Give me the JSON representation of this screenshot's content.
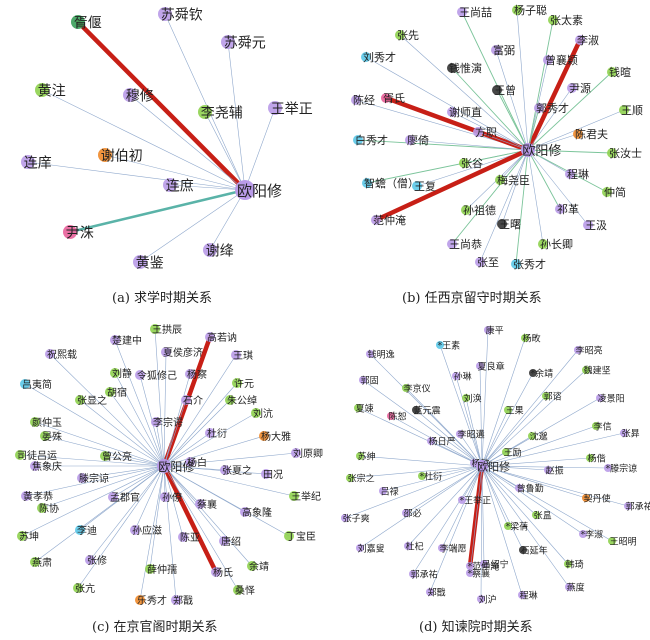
{
  "colors": {
    "edge": "#8fa8cc",
    "edge_green": "#7bc49a",
    "strong_edge": "#c71f16",
    "teal_edge": "#5ab3a8"
  },
  "panels": [
    {
      "caption": "(a) 求学时期关系",
      "center": "欧阳修",
      "nodes": [
        {
          "label": "胥偃",
          "color": "#3aa05a",
          "strong": true
        },
        {
          "label": "苏舜钦",
          "color": "#b99be8"
        },
        {
          "label": "苏舜元",
          "color": "#b99be8"
        },
        {
          "label": "黄注",
          "color": "#8fd14f"
        },
        {
          "label": "穆修",
          "color": "#b99be8"
        },
        {
          "label": "李尧辅",
          "color": "#8fd14f"
        },
        {
          "label": "王举正",
          "color": "#b99be8"
        },
        {
          "label": "谢伯初",
          "color": "#ef8a2a"
        },
        {
          "label": "连庠",
          "color": "#b99be8"
        },
        {
          "label": "连庶",
          "color": "#b99be8"
        },
        {
          "label": "尹洙",
          "color": "#e8609a",
          "teal": true
        },
        {
          "label": "黄鉴",
          "color": "#b99be8"
        },
        {
          "label": "谢绛",
          "color": "#b99be8"
        }
      ]
    },
    {
      "caption": "(b) 任西京留守时期关系",
      "center": "欧阳修",
      "nodes": [
        {
          "label": "王尚喆",
          "color": "#b99be8"
        },
        {
          "label": "杨子聪",
          "color": "#8fd14f"
        },
        {
          "label": "张先",
          "color": "#8fd14f"
        },
        {
          "label": "张太素",
          "color": "#8fd14f"
        },
        {
          "label": "李淑",
          "color": "#b99be8",
          "strong": true
        },
        {
          "label": "刘秀才",
          "color": "#5bc8e8"
        },
        {
          "label": "钱惟演",
          "color": "#333333"
        },
        {
          "label": "富弼",
          "color": "#b99be8"
        },
        {
          "label": "曾襄颖",
          "color": "#b99be8"
        },
        {
          "label": "钱暄",
          "color": "#8fd14f"
        },
        {
          "label": "陈经",
          "color": "#b99be8"
        },
        {
          "label": "胥氏",
          "color": "#e8609a",
          "strong": true
        },
        {
          "label": "王曾",
          "color": "#333333"
        },
        {
          "label": "尹源",
          "color": "#b99be8"
        },
        {
          "label": "王顺",
          "color": "#8fd14f"
        },
        {
          "label": "郭秀才",
          "color": "#b99be8"
        },
        {
          "label": "谢师直",
          "color": "#b99be8"
        },
        {
          "label": "陈君夫",
          "color": "#ef8a2a"
        },
        {
          "label": "白秀才",
          "color": "#5bc8e8"
        },
        {
          "label": "廖倚",
          "color": "#b99be8"
        },
        {
          "label": "方职",
          "color": "#b99be8"
        },
        {
          "label": "张汝士",
          "color": "#8fd14f"
        },
        {
          "label": "张谷",
          "color": "#8fd14f"
        },
        {
          "label": "程琳",
          "color": "#b99be8"
        },
        {
          "label": "智蟾（僧）",
          "color": "#5bc8e8"
        },
        {
          "label": "王复",
          "color": "#5bc8e8"
        },
        {
          "label": "梅尧臣",
          "color": "#8fd14f"
        },
        {
          "label": "仲简",
          "color": "#8fd14f"
        },
        {
          "label": "孙祖德",
          "color": "#8fd14f"
        },
        {
          "label": "范仲淹",
          "color": "#b99be8",
          "strong": true
        },
        {
          "label": "祁革",
          "color": "#b99be8"
        },
        {
          "label": "王汲",
          "color": "#b99be8"
        },
        {
          "label": "王曙",
          "color": "#333333"
        },
        {
          "label": "王尚恭",
          "color": "#b99be8"
        },
        {
          "label": "孙长卿",
          "color": "#8fd14f"
        },
        {
          "label": "张至",
          "color": "#b99be8"
        },
        {
          "label": "张秀才",
          "color": "#5bc8e8"
        }
      ]
    },
    {
      "caption": "(c) 在京官阁时期关系",
      "center": "欧阳修",
      "nodes": [
        {
          "label": "楚建中",
          "color": "#b99be8"
        },
        {
          "label": "王拱辰",
          "color": "#8fd14f"
        },
        {
          "label": "高若讷",
          "color": "#b99be8",
          "strong": true
        },
        {
          "label": "祝熙载",
          "color": "#b99be8"
        },
        {
          "label": "夏侯彦济",
          "color": "#b99be8"
        },
        {
          "label": "王琪",
          "color": "#b99be8"
        },
        {
          "label": "刘静",
          "color": "#8fd14f"
        },
        {
          "label": "杨察",
          "color": "#b99be8"
        },
        {
          "label": "吕夷简",
          "color": "#5bc8e8"
        },
        {
          "label": "令狐修己",
          "color": "#b99be8"
        },
        {
          "label": "许元",
          "color": "#8fd14f"
        },
        {
          "label": "张显之",
          "color": "#8fd14f"
        },
        {
          "label": "胡宿",
          "color": "#8fd14f"
        },
        {
          "label": "石介",
          "color": "#b99be8"
        },
        {
          "label": "朱公绰",
          "color": "#8fd14f"
        },
        {
          "label": "颜仲玉",
          "color": "#8fd14f"
        },
        {
          "label": "刘沆",
          "color": "#8fd14f"
        },
        {
          "label": "李宗谔",
          "color": "#b99be8"
        },
        {
          "label": "晏殊",
          "color": "#8fd14f"
        },
        {
          "label": "杜衍",
          "color": "#b99be8"
        },
        {
          "label": "杨大雅",
          "color": "#ef8a2a"
        },
        {
          "label": "司徒吕运",
          "color": "#8fd14f"
        },
        {
          "label": "曾公亮",
          "color": "#8fd14f"
        },
        {
          "label": "刘原卿",
          "color": "#b99be8"
        },
        {
          "label": "焦象庆",
          "color": "#b99be8"
        },
        {
          "label": "杨白",
          "color": "#b99be8"
        },
        {
          "label": "张夏之",
          "color": "#b99be8"
        },
        {
          "label": "田况",
          "color": "#b99be8"
        },
        {
          "label": "滕宗谅",
          "color": "#b99be8"
        },
        {
          "label": "黄孝恭",
          "color": "#b99be8"
        },
        {
          "label": "孟郡官",
          "color": "#b99be8"
        },
        {
          "label": "孙僚",
          "color": "#b99be8"
        },
        {
          "label": "蔡襄",
          "color": "#b99be8"
        },
        {
          "label": "王举纪",
          "color": "#8fd14f"
        },
        {
          "label": "陈协",
          "color": "#8fd14f"
        },
        {
          "label": "高象隆",
          "color": "#b99be8"
        },
        {
          "label": "李迪",
          "color": "#5bc8e8"
        },
        {
          "label": "孙应滋",
          "color": "#b99be8"
        },
        {
          "label": "苏坤",
          "color": "#8fd14f"
        },
        {
          "label": "陈亚",
          "color": "#b99be8"
        },
        {
          "label": "唐绍",
          "color": "#b99be8"
        },
        {
          "label": "丁宝臣",
          "color": "#8fd14f"
        },
        {
          "label": "燕肃",
          "color": "#8fd14f"
        },
        {
          "label": "张修",
          "color": "#b99be8"
        },
        {
          "label": "薛仲孺",
          "color": "#8fd14f"
        },
        {
          "label": "杨氏",
          "color": "#b99be8",
          "strong": true
        },
        {
          "label": "余靖",
          "color": "#8fd14f"
        },
        {
          "label": "张亢",
          "color": "#8fd14f"
        },
        {
          "label": "乐秀才",
          "color": "#ef8a2a"
        },
        {
          "label": "郑戬",
          "color": "#b99be8"
        },
        {
          "label": "桑怿",
          "color": "#8fd14f"
        }
      ]
    },
    {
      "caption": "(d) 知谏院时期关系",
      "center": "欧阳修",
      "nodes": [
        {
          "label": "*王素",
          "color": "#5bc8e8"
        },
        {
          "label": "康平",
          "color": "#b99be8"
        },
        {
          "label": "杨畋",
          "color": "#8fd14f"
        },
        {
          "label": "李昭亮",
          "color": "#b99be8"
        },
        {
          "label": "钱明逸",
          "color": "#b99be8"
        },
        {
          "label": "夏良章",
          "color": "#b99be8"
        },
        {
          "label": "*余靖",
          "color": "#333333"
        },
        {
          "label": "魏建坚",
          "color": "#8fd14f"
        },
        {
          "label": "郭固",
          "color": "#b99be8"
        },
        {
          "label": "李京仪",
          "color": "#8fd14f"
        },
        {
          "label": "孙琳",
          "color": "#b99be8"
        },
        {
          "label": "郭谘",
          "color": "#8fd14f"
        },
        {
          "label": "凌景阳",
          "color": "#b99be8"
        },
        {
          "label": "夏竦",
          "color": "#8fd14f"
        },
        {
          "label": "蓝元震",
          "color": "#333333"
        },
        {
          "label": "刘涣",
          "color": "#8fd14f"
        },
        {
          "label": "王果",
          "color": "#8fd14f"
        },
        {
          "label": "李信",
          "color": "#8fd14f"
        },
        {
          "label": "张昪",
          "color": "#b99be8"
        },
        {
          "label": "陈恕",
          "color": "#e8609a"
        },
        {
          "label": "李昭遘",
          "color": "#b99be8"
        },
        {
          "label": "沈邈",
          "color": "#8fd14f"
        },
        {
          "label": "杨偕",
          "color": "#8fd14f"
        },
        {
          "label": "杨日严",
          "color": "#b99be8"
        },
        {
          "label": "王励",
          "color": "#8fd14f"
        },
        {
          "label": "苏绅",
          "color": "#8fd14f"
        },
        {
          "label": "杨懿",
          "color": "#b99be8"
        },
        {
          "label": "*滕宗谅",
          "color": "#b99be8"
        },
        {
          "label": "张宗之",
          "color": "#8fd14f"
        },
        {
          "label": "*杜衍",
          "color": "#8fd14f"
        },
        {
          "label": "赵振",
          "color": "#b99be8"
        },
        {
          "label": "吕禄",
          "color": "#b99be8"
        },
        {
          "label": "曾鲁勤",
          "color": "#b99be8"
        },
        {
          "label": "契丹使",
          "color": "#ef8a2a"
        },
        {
          "label": "郭承祐",
          "color": "#b99be8"
        },
        {
          "label": "*王举正",
          "color": "#b99be8"
        },
        {
          "label": "张子爽",
          "color": "#b99be8"
        },
        {
          "label": "邵必",
          "color": "#b99be8"
        },
        {
          "label": "张昷",
          "color": "#8fd14f"
        },
        {
          "label": "*李淑",
          "color": "#b99be8"
        },
        {
          "label": "王昭明",
          "color": "#8fd14f"
        },
        {
          "label": "杜杞",
          "color": "#b99be8"
        },
        {
          "label": "*梁蒨",
          "color": "#8fd14f"
        },
        {
          "label": "刘嘉叟",
          "color": "#b99be8"
        },
        {
          "label": "李端愿",
          "color": "#b99be8"
        },
        {
          "label": "吕绍宁",
          "color": "#b99be8"
        },
        {
          "label": "石延年",
          "color": "#333333"
        },
        {
          "label": "*范仲淹",
          "color": "#b99be8",
          "strong": true
        },
        {
          "label": "郭承祐",
          "color": "#b99be8"
        },
        {
          "label": "*蔡襄",
          "color": "#b99be8"
        },
        {
          "label": "韩琦",
          "color": "#8fd14f"
        },
        {
          "label": "郑戬",
          "color": "#b99be8"
        },
        {
          "label": "燕度",
          "color": "#b99be8"
        },
        {
          "label": "程琳",
          "color": "#b99be8"
        },
        {
          "label": "刘沪",
          "color": "#b99be8"
        }
      ]
    }
  ]
}
